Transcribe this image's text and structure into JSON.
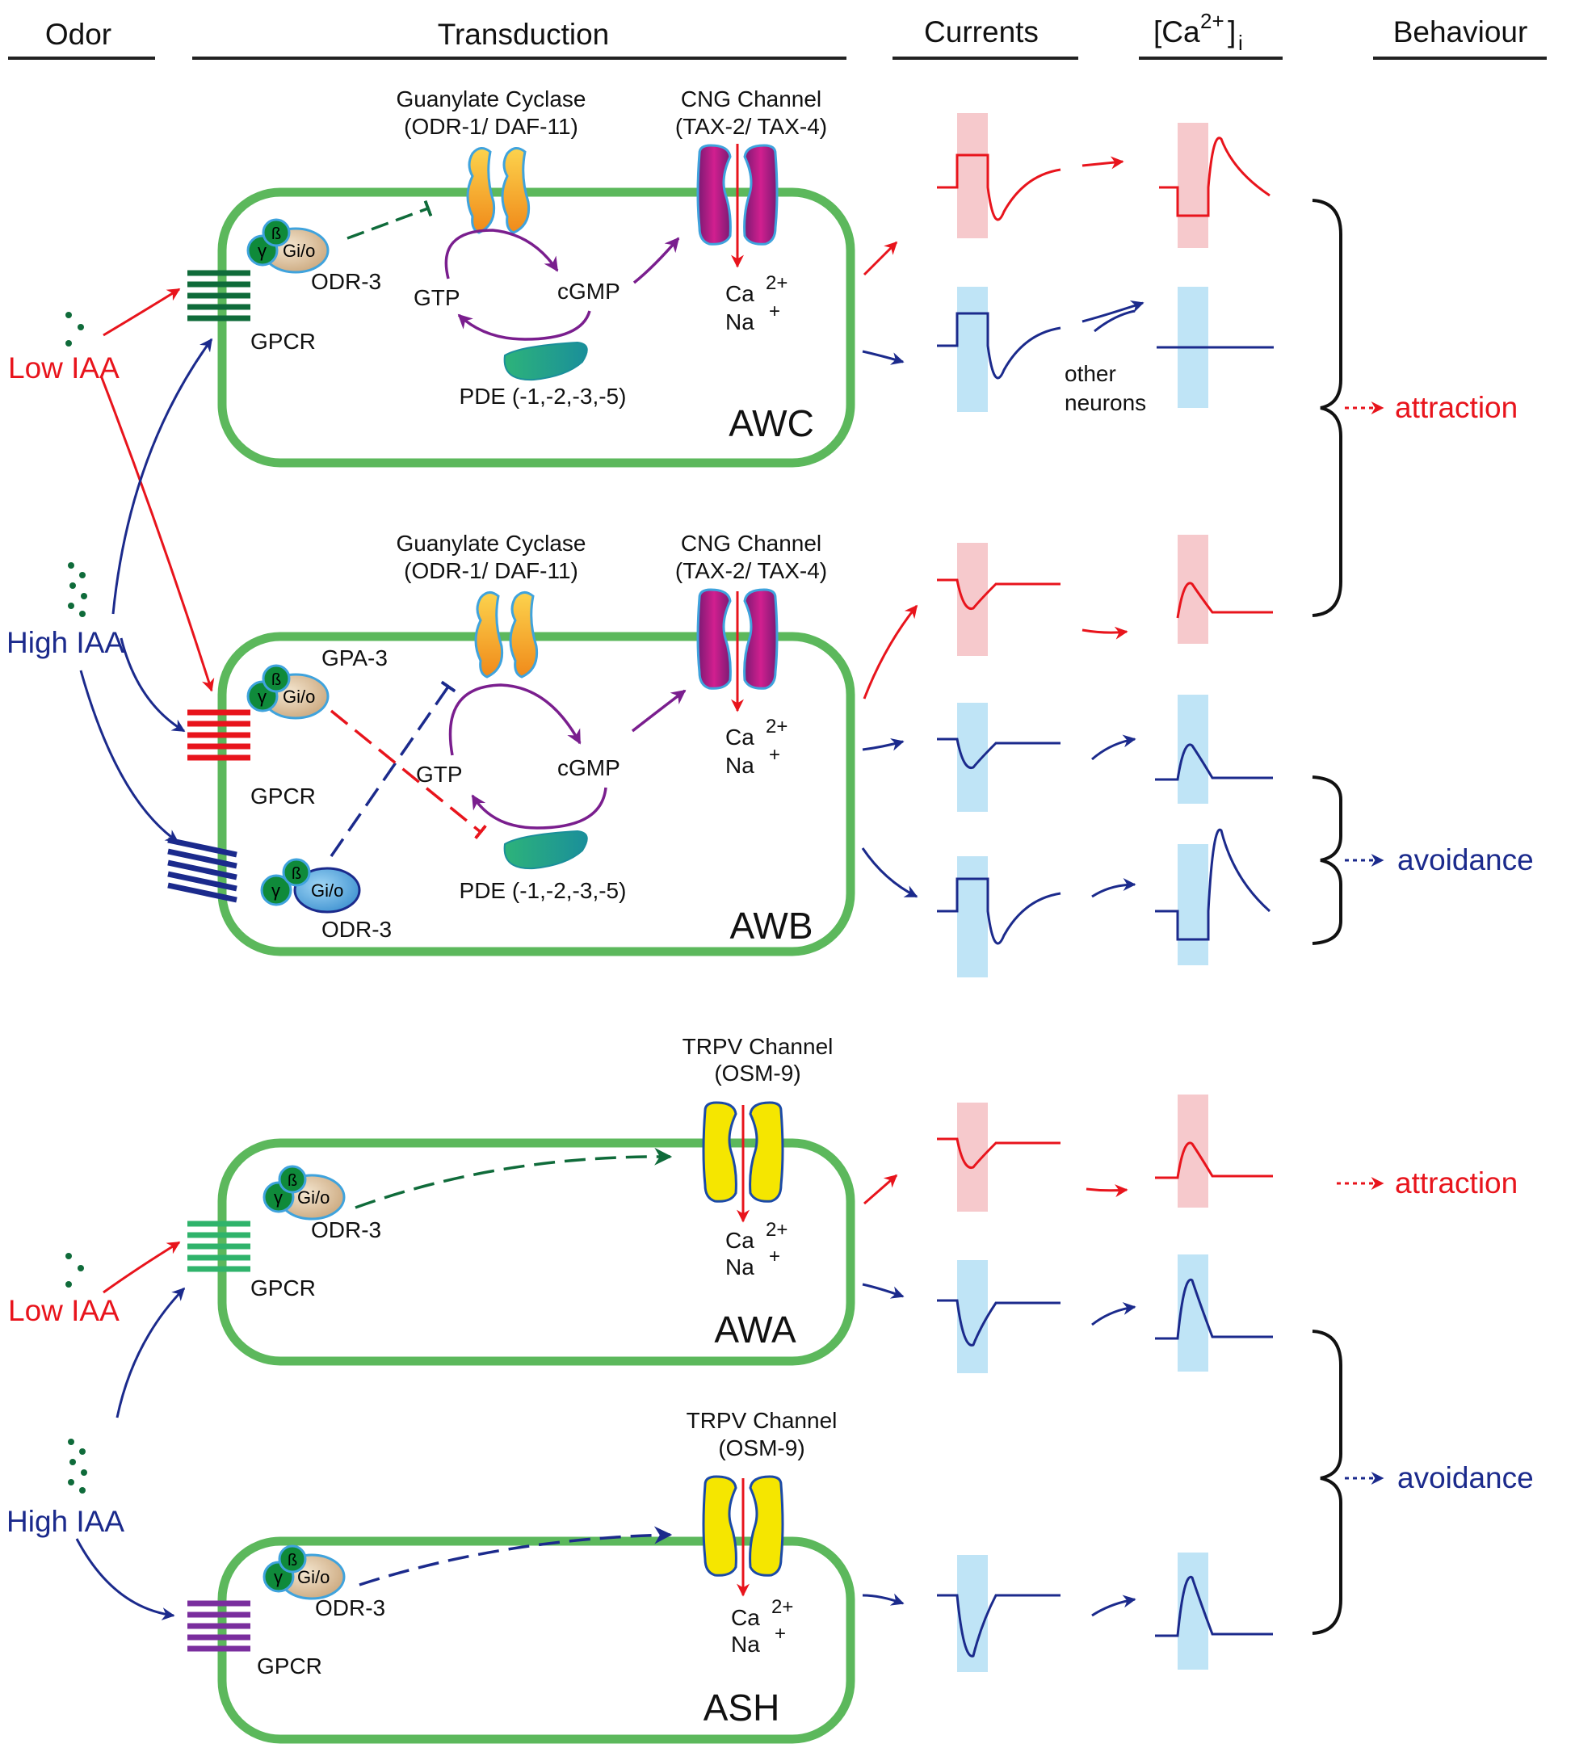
{
  "headers": {
    "odor": "Odor",
    "transduction": "Transduction",
    "currents": "Currents",
    "calcium_main": "[Ca",
    "calcium_sup": "2+",
    "calcium_close": "]",
    "calcium_sub": "i",
    "behaviour": "Behaviour"
  },
  "colors": {
    "low": "#e8141c",
    "high": "#1b2a8c",
    "membrane": "#5cb85c",
    "cng": "#a3177f",
    "trpv": "#f5e600",
    "gc": "#f7a21b",
    "pde": "#1aa38f",
    "pink_band": "#f6c9cc",
    "blue_band": "#bfe4f6",
    "signal_green": "#0f6b3a",
    "pathway_purple": "#7a1e8e"
  },
  "odors": {
    "low1": "Low IAA",
    "high1": "High IAA",
    "low2": "Low IAA",
    "high2": "High IAA"
  },
  "cells": {
    "awc": {
      "name": "AWC",
      "gc_line1": "Guanylate Cyclase",
      "gc_line2": "(ODR-1/ DAF-11)",
      "cng_line1": "CNG Channel",
      "cng_line2": "(TAX-2/ TAX-4)",
      "gtp": "GTP",
      "cgmp": "cGMP",
      "pde": "PDE (-1,-2,-3,-5)",
      "ca": "Ca",
      "ca_sup": "2+",
      "na": "Na",
      "na_sup": "+",
      "gprotein": "ODR-3",
      "gpcr": "GPCR",
      "other1": "other",
      "other2": "neurons"
    },
    "awb": {
      "name": "AWB",
      "gc_line1": "Guanylate Cyclase",
      "gc_line2": "(ODR-1/ DAF-11)",
      "cng_line1": "CNG Channel",
      "cng_line2": "(TAX-2/ TAX-4)",
      "gtp": "GTP",
      "cgmp": "cGMP",
      "pde": "PDE (-1,-2,-3,-5)",
      "ca": "Ca",
      "ca_sup": "2+",
      "na": "Na",
      "na_sup": "+",
      "gprotein1": "GPA-3",
      "gprotein2": "ODR-3",
      "gpcr": "GPCR"
    },
    "awa": {
      "name": "AWA",
      "trpv_line1": "TRPV Channel",
      "trpv_line2": "(OSM-9)",
      "ca": "Ca",
      "ca_sup": "2+",
      "na": "Na",
      "na_sup": "+",
      "gprotein": "ODR-3",
      "gpcr": "GPCR"
    },
    "ash": {
      "name": "ASH",
      "trpv_line1": "TRPV Channel",
      "trpv_line2": "(OSM-9)",
      "ca": "Ca",
      "ca_sup": "2+",
      "na": "Na",
      "na_sup": "+",
      "gprotein": "ODR-3",
      "gpcr": "GPCR"
    }
  },
  "gsub": {
    "gamma": "γ",
    "beta": "ß",
    "gio": "Gi/o"
  },
  "behaviours": {
    "attraction1": "attraction",
    "avoidance1": "avoidance",
    "attraction2": "attraction",
    "avoidance2": "avoidance"
  }
}
